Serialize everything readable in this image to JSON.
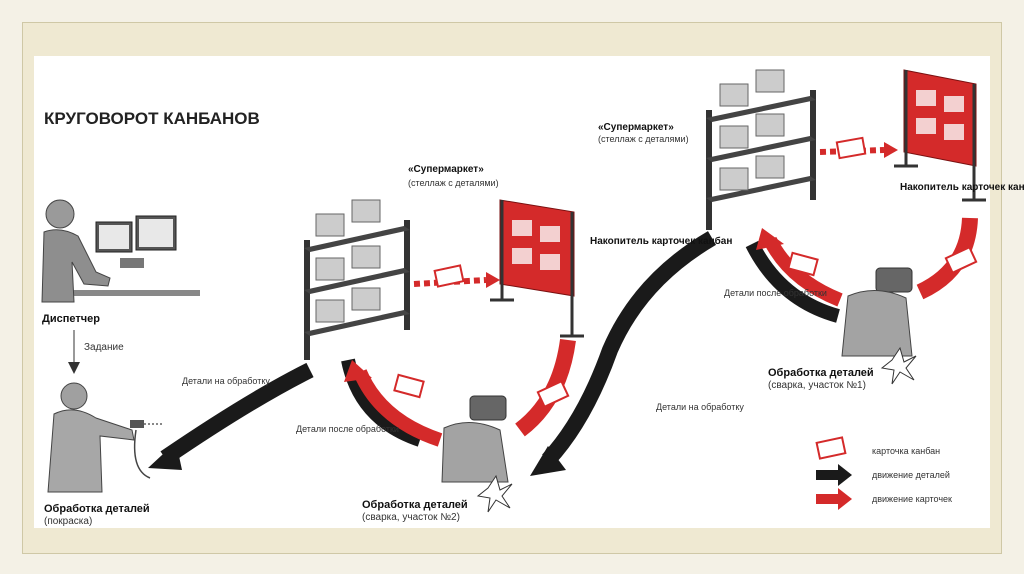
{
  "title": "КРУГОВОРОТ КАНБАНОВ",
  "labels": {
    "dispatcher": "Диспетчер",
    "task": "Задание",
    "painting_title": "Обработка деталей",
    "painting_sub": "(покраска)",
    "parts_to_processing": "Детали на обработку",
    "supermarket1_title": "«Супермаркет»",
    "supermarket1_sub": "(стеллаж с деталями)",
    "accumulator1": "Накопитель карточек канбан",
    "parts_after_processing": "Детали после обработки",
    "welding2_title": "Обработка деталей",
    "welding2_sub": "(сварка, участок №2)",
    "supermarket2_title": "«Супермаркет»",
    "supermarket2_sub": "(стеллаж с деталями)",
    "accumulator2": "Накопитель карточек канбан",
    "welding1_title": "Обработка деталей",
    "welding1_sub": "(сварка, участок №1)"
  },
  "legend": {
    "kanban_card": "карточка канбан",
    "parts_movement": "движение деталей",
    "cards_movement": "движение карточек"
  },
  "colors": {
    "red": "#d42a2a",
    "black": "#1a1a1a",
    "gray": "#8a8a8a",
    "frame": "#efe9d2"
  }
}
